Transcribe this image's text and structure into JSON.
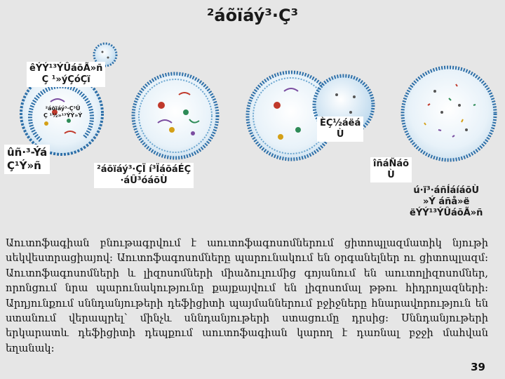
{
  "title": "²áõïáý³·Ç³",
  "labels": {
    "lysosome_primary": "êÝÝ¹³ÝÛáõÃ»ñ\nÇ ¹»ýÇóÇï",
    "autophagosome_inner": "²áõïáý³·Ç³Û\nÇ ¹½»¹³ÝÝ»Ý",
    "cytoplasm": "ûñ·³-Ýá\nÇ¹Ý»ñ",
    "autophagosome": "²áõïáý³·ÇÏ í³ÏáõáÉÇ\n·áÛ³óáõÙ",
    "fusion": "ÈÇ½áëá\nÙ",
    "digestion": "îñáÑáõ\nÙ",
    "breakdown": "ú·ï³·áñÍáíáõÙ\n»Ý áñå»ë\nëÝÝ¹³ÝÛáõÃ»ñ"
  },
  "paragraph": "Աուտոֆագիան բնութագրվում է աուտոֆագոսոմներում ցիտոպլազմատիկ նյութի սեկվեստրացիայով: Աուտոֆագոսոմները պարունակում են օրգանելներ ու ցիտոպլազմ: Աուտոֆագոսոմների և լիզոսոմների միաձուլումից գոյանում են աուտոլիզոսոմներ, որոնցում նրա պարունակությունը քայքայվում են լիզոսոմալ թթու հիդրոլազների: Արդյունքում սննդանյութերի դեֆիցիտի պայմաններում բջիջները հնարավորություն են ստանում վերապրել՝ մինչև սննդանյութերի ստացումը դրսից: Սննդանյութերի երկարատև դեֆիցիտի դեպքում աուտոֆագիան կարող է դառնալ բջջի մահվան եղանակ:",
  "page_number": "39"
}
